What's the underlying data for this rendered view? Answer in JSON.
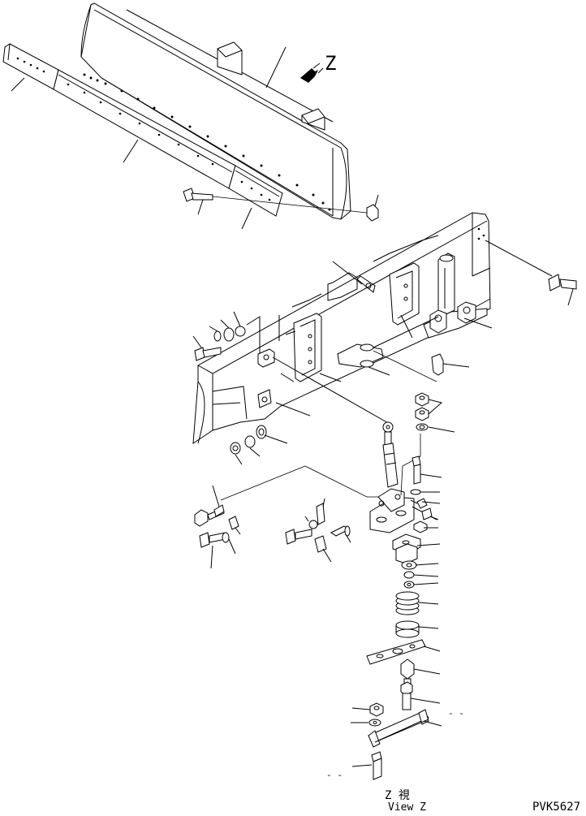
{
  "view_mark": "Z",
  "view_caption_jp": "Z 視",
  "view_caption_en": "View Z",
  "drawing_code": "PVK5627",
  "dash_marks": [
    "- -",
    "- -"
  ]
}
